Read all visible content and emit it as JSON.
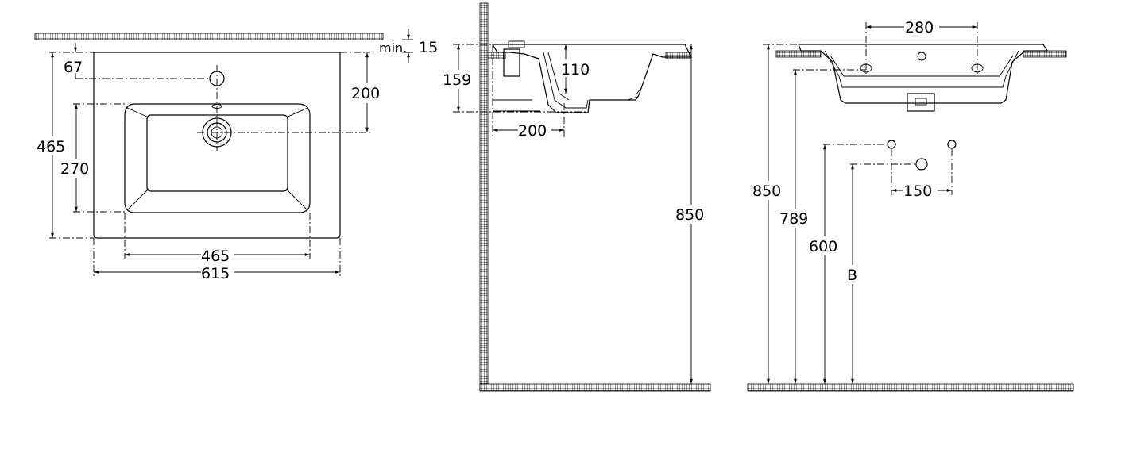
{
  "colors": {
    "line": "#000000",
    "background": "#ffffff",
    "hatch": "#000000"
  },
  "top_view": {
    "hole_offset": "67",
    "hole_to_drain": "200",
    "overall_depth": "465",
    "bowl_depth": "270",
    "bowl_width": "465",
    "overall_width": "615",
    "wall_gap_label": "min.",
    "wall_gap_value": "15"
  },
  "side_view": {
    "basin_height": "159",
    "bowl_inner": "110",
    "wall_to_waste": "200",
    "floor_to_top": "850"
  },
  "front_view": {
    "tap_spacing": "280",
    "floor_to_top": "850",
    "floor_to_underside": "789",
    "supply_height": "600",
    "waste_height": "B",
    "supply_spacing": "150"
  }
}
